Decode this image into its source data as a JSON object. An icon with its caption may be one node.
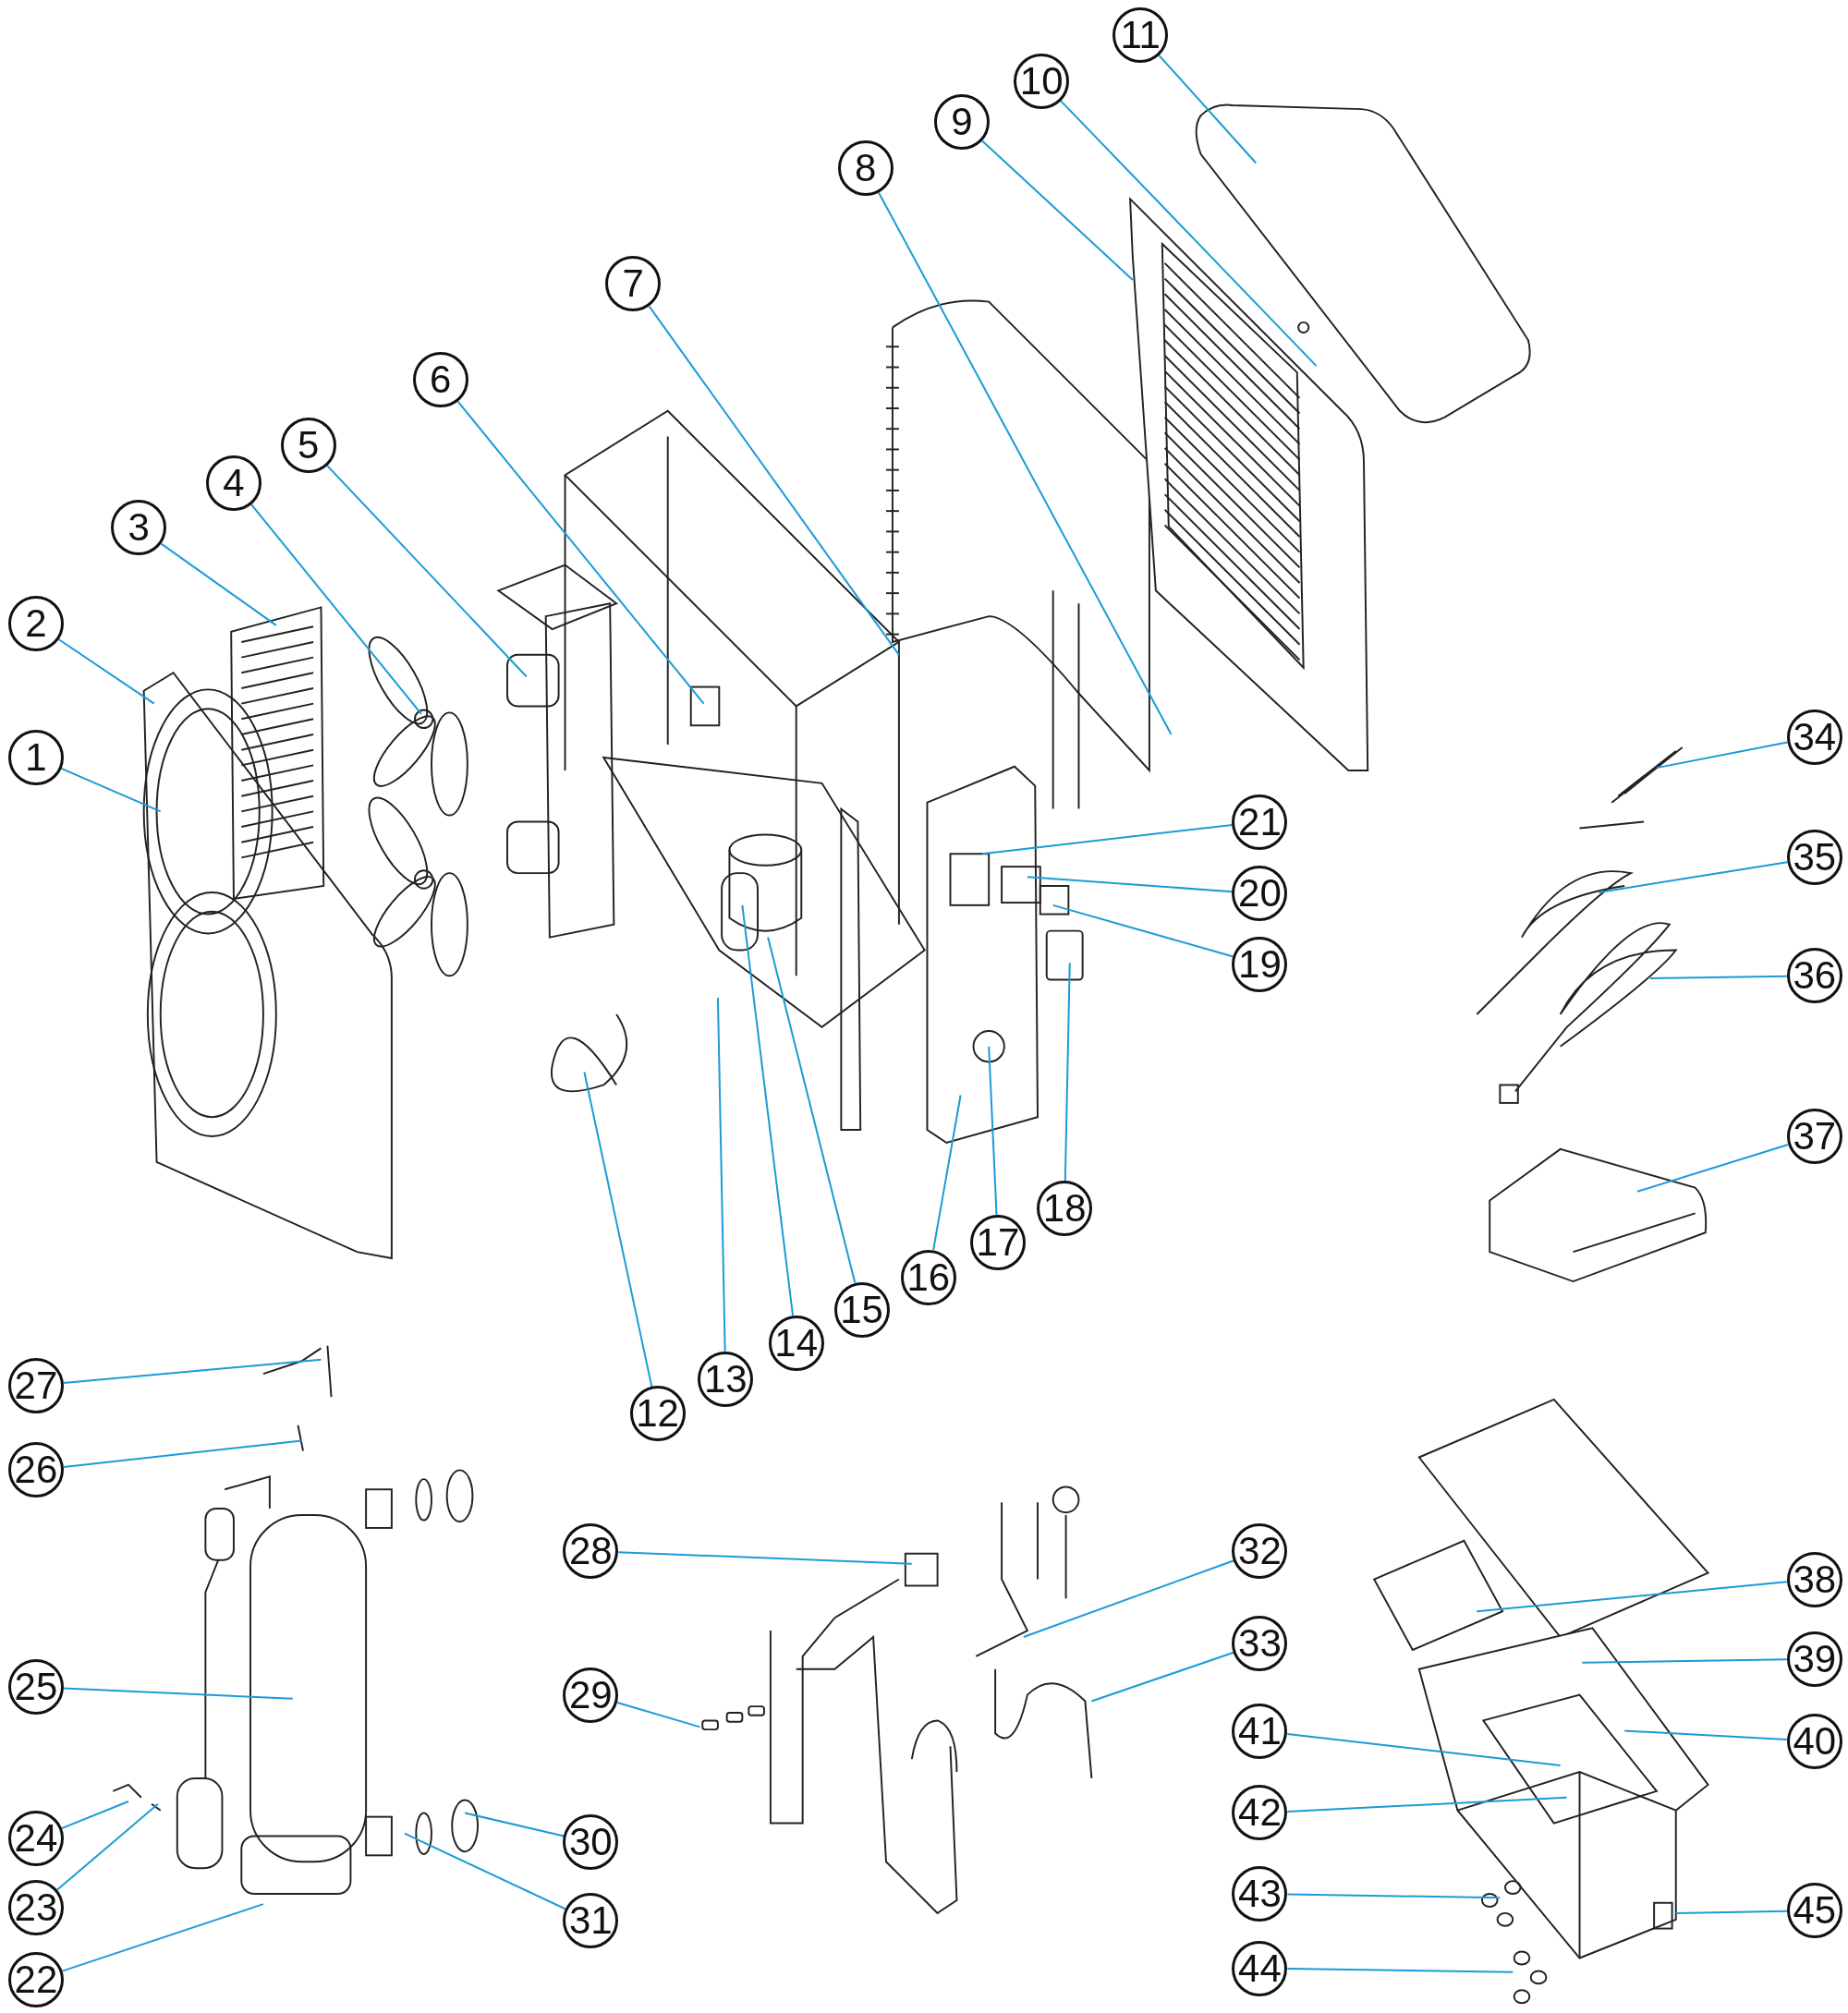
{
  "diagram": {
    "nodes": [
      {
        "text": [
          "1"
        ]
      },
      {
        "text": [
          "2"
        ]
      },
      {
        "text": [
          "3"
        ]
      },
      {
        "text": [
          "4"
        ]
      },
      {
        "text": [
          "5"
        ]
      },
      {
        "text": [
          "6"
        ]
      },
      {
        "text": [
          "7"
        ]
      },
      {
        "text": [
          "8"
        ]
      },
      {
        "text": [
          "9"
        ]
      },
      {
        "text": [
          "10"
        ]
      },
      {
        "text": [
          "11"
        ]
      },
      {
        "text": [
          "12"
        ]
      },
      {
        "text": [
          "13"
        ]
      },
      {
        "text": [
          "14"
        ]
      },
      {
        "text": [
          "15"
        ]
      },
      {
        "text": [
          "16"
        ]
      },
      {
        "text": [
          "17"
        ]
      },
      {
        "text": [
          "18"
        ]
      },
      {
        "text": [
          "19"
        ]
      },
      {
        "text": [
          "20"
        ]
      },
      {
        "text": [
          "21"
        ]
      },
      {
        "text": [
          "22"
        ]
      },
      {
        "text": [
          "23"
        ]
      },
      {
        "text": [
          "24"
        ]
      },
      {
        "text": [
          "25"
        ]
      },
      {
        "text": [
          "26"
        ]
      },
      {
        "text": [
          "27"
        ]
      },
      {
        "text": [
          "28"
        ]
      },
      {
        "text": [
          "29"
        ]
      },
      {
        "text": [
          "30"
        ]
      },
      {
        "text": [
          "31"
        ]
      },
      {
        "text": [
          "32"
        ]
      },
      {
        "text": [
          "33"
        ]
      },
      {
        "text": [
          "34"
        ]
      },
      {
        "text": [
          "35"
        ]
      },
      {
        "text": [
          "36"
        ]
      },
      {
        "text": [
          "37"
        ]
      },
      {
        "text": [
          "38"
        ]
      },
      {
        "text": [
          "39"
        ]
      },
      {
        "text": [
          "40"
        ]
      },
      {
        "text": [
          "41"
        ]
      },
      {
        "text": [
          "42"
        ]
      },
      {
        "text": [
          "43"
        ]
      },
      {
        "text": [
          "44"
        ]
      },
      {
        "text": [
          "45"
        ]
      }
    ],
    "edges": [
      {
        "from": 0,
        "to": null,
        "arrow": "none"
      },
      {
        "from": 1,
        "to": null,
        "arrow": "none"
      },
      {
        "from": 2,
        "to": null,
        "arrow": "none"
      },
      {
        "from": 3,
        "to": null,
        "arrow": "none"
      },
      {
        "from": 4,
        "to": null,
        "arrow": "none"
      },
      {
        "from": 5,
        "to": null,
        "arrow": "none"
      },
      {
        "from": 6,
        "to": null,
        "arrow": "none"
      },
      {
        "from": 7,
        "to": null,
        "arrow": "none"
      },
      {
        "from": 8,
        "to": null,
        "arrow": "none"
      },
      {
        "from": 9,
        "to": null,
        "arrow": "none"
      },
      {
        "from": 10,
        "to": null,
        "arrow": "none"
      },
      {
        "from": 11,
        "to": null,
        "arrow": "none"
      },
      {
        "from": 12,
        "to": null,
        "arrow": "none"
      },
      {
        "from": 13,
        "to": null,
        "arrow": "none"
      },
      {
        "from": 14,
        "to": null,
        "arrow": "none"
      },
      {
        "from": 15,
        "to": null,
        "arrow": "none"
      },
      {
        "from": 16,
        "to": null,
        "arrow": "none"
      },
      {
        "from": 17,
        "to": null,
        "arrow": "none"
      },
      {
        "from": 18,
        "to": null,
        "arrow": "none"
      },
      {
        "from": 19,
        "to": null,
        "arrow": "none"
      },
      {
        "from": 20,
        "to": null,
        "arrow": "none"
      },
      {
        "from": 21,
        "to": null,
        "arrow": "none"
      },
      {
        "from": 22,
        "to": null,
        "arrow": "none"
      },
      {
        "from": 23,
        "to": null,
        "arrow": "none"
      },
      {
        "from": 24,
        "to": null,
        "arrow": "none"
      },
      {
        "from": 25,
        "to": null,
        "arrow": "none"
      },
      {
        "from": 26,
        "to": null,
        "arrow": "none"
      },
      {
        "from": 27,
        "to": null,
        "arrow": "none"
      },
      {
        "from": 28,
        "to": null,
        "arrow": "none"
      },
      {
        "from": 29,
        "to": null,
        "arrow": "none"
      },
      {
        "from": 30,
        "to": null,
        "arrow": "none"
      },
      {
        "from": 31,
        "to": null,
        "arrow": "none"
      },
      {
        "from": 32,
        "to": null,
        "arrow": "none"
      },
      {
        "from": 33,
        "to": null,
        "arrow": "none"
      },
      {
        "from": 34,
        "to": null,
        "arrow": "none"
      },
      {
        "from": 35,
        "to": null,
        "arrow": "none"
      },
      {
        "from": 36,
        "to": null,
        "arrow": "none"
      },
      {
        "from": 37,
        "to": null,
        "arrow": "none"
      },
      {
        "from": 38,
        "to": null,
        "arrow": "none"
      },
      {
        "from": 39,
        "to": null,
        "arrow": "none"
      },
      {
        "from": 40,
        "to": null,
        "arrow": "none"
      },
      {
        "from": 41,
        "to": null,
        "arrow": "none"
      },
      {
        "from": 42,
        "to": null,
        "arrow": "none"
      },
      {
        "from": 43,
        "to": null,
        "arrow": "none"
      },
      {
        "from": 44,
        "to": null,
        "arrow": "none"
      }
    ]
  }
}
